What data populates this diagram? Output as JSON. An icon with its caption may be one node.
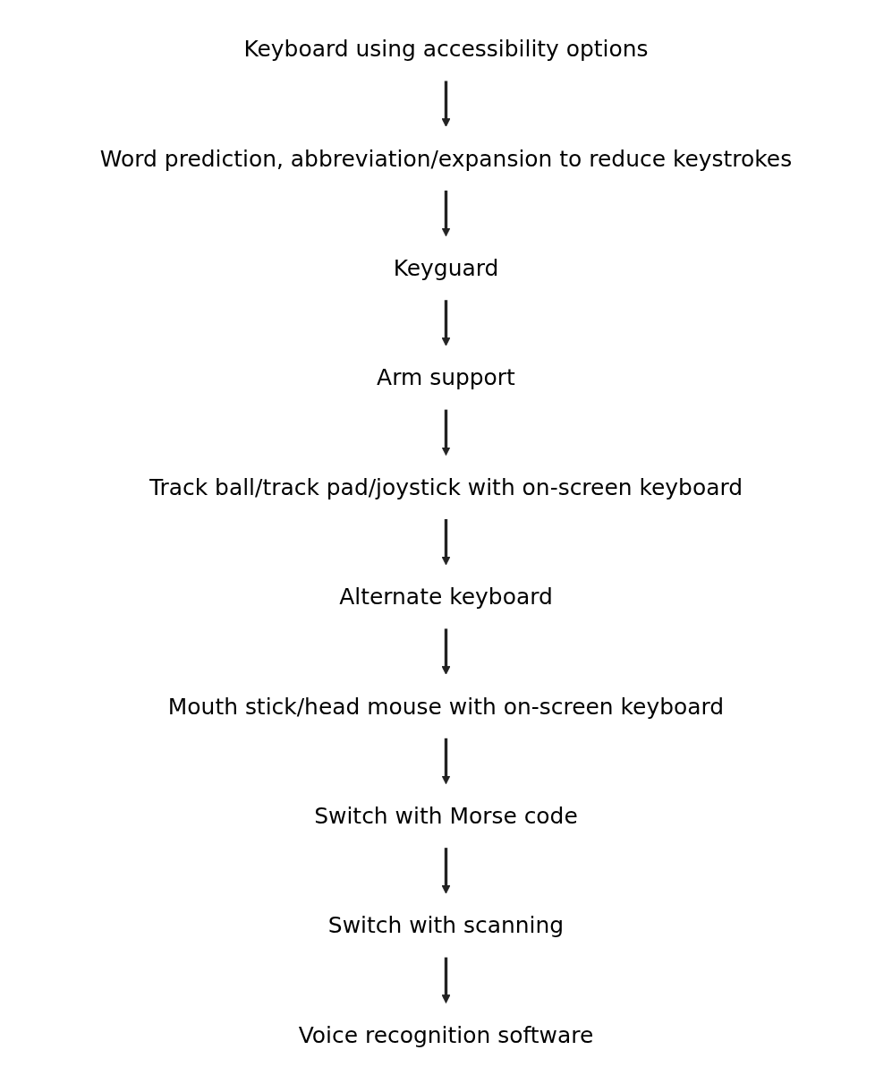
{
  "diagram": {
    "nodes": [
      {
        "text": [
          "Keyboard using accessibility options"
        ]
      },
      {
        "text": [
          "Word prediction, abbreviation/expansion to reduce keystrokes"
        ]
      },
      {
        "text": [
          "Keyguard"
        ]
      },
      {
        "text": [
          "Arm support"
        ]
      },
      {
        "text": [
          "Track ball/track pad/joystick with on-screen keyboard"
        ]
      },
      {
        "text": [
          "Alternate keyboard"
        ]
      },
      {
        "text": [
          "Mouth stick/head mouse with on-screen keyboard"
        ]
      },
      {
        "text": [
          "Switch with Morse code"
        ]
      },
      {
        "text": [
          "Switch with scanning"
        ]
      },
      {
        "text": [
          "Voice recognition software"
        ]
      }
    ],
    "edges": [
      {
        "from": 0,
        "to": 1,
        "arrow": "to"
      },
      {
        "from": 1,
        "to": 2,
        "arrow": "to"
      },
      {
        "from": 2,
        "to": 3,
        "arrow": "to"
      },
      {
        "from": 3,
        "to": 4,
        "arrow": "to"
      },
      {
        "from": 4,
        "to": 5,
        "arrow": "to"
      },
      {
        "from": 5,
        "to": 6,
        "arrow": "to"
      },
      {
        "from": 6,
        "to": 7,
        "arrow": "to"
      },
      {
        "from": 7,
        "to": 8,
        "arrow": "to"
      },
      {
        "from": 8,
        "to": 9,
        "arrow": "to"
      }
    ]
  }
}
